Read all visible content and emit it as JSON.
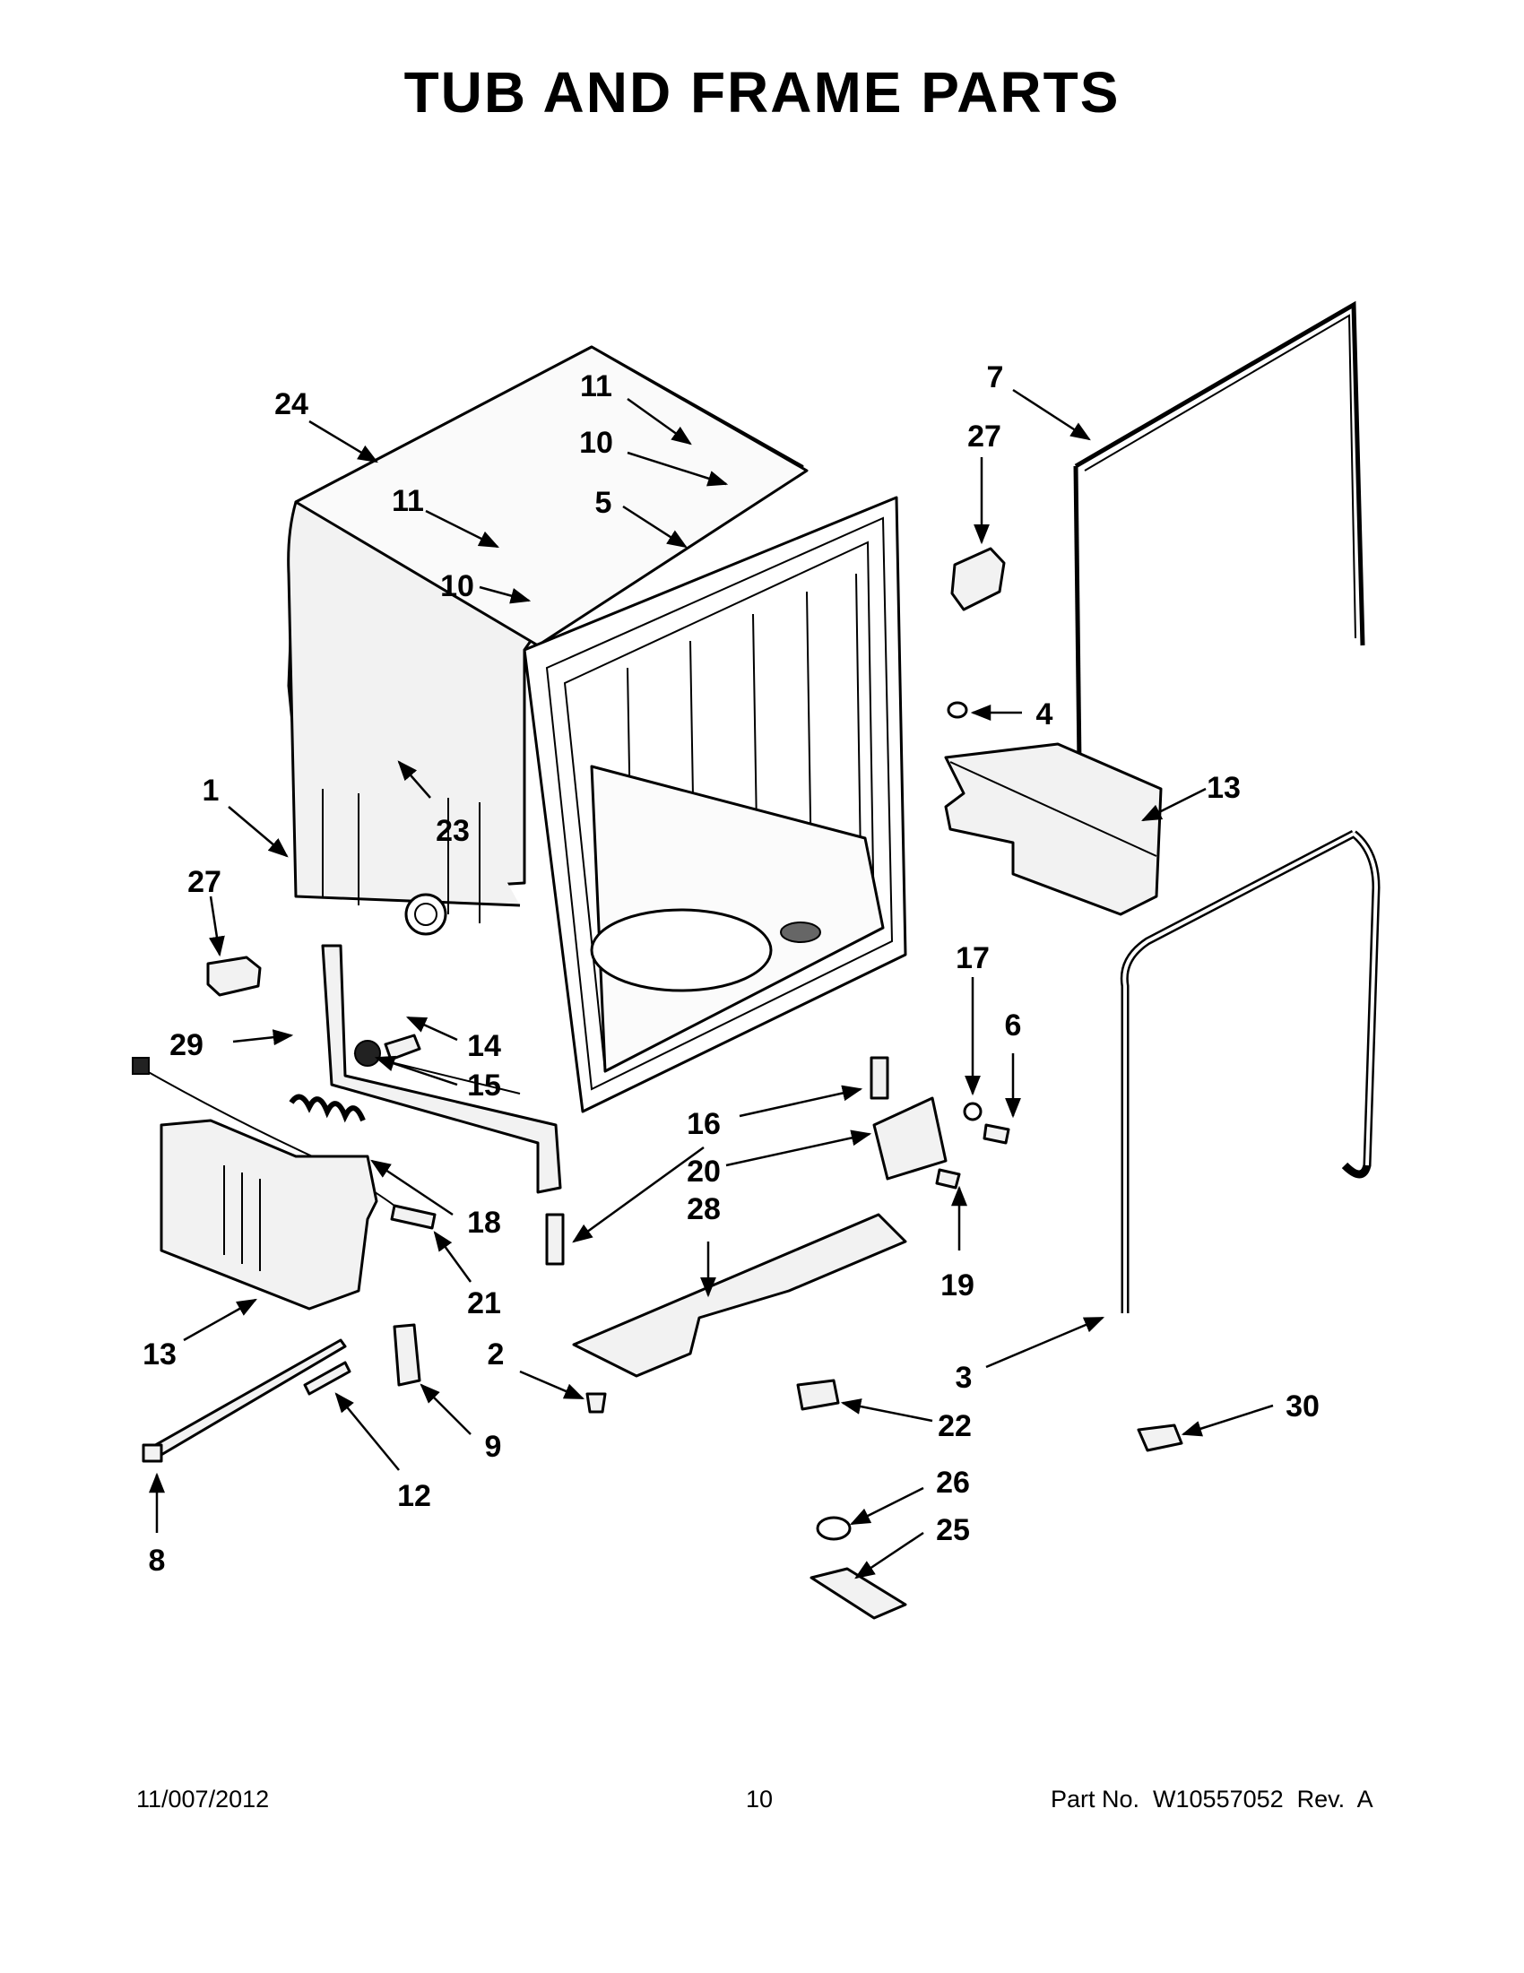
{
  "title": "TUB AND FRAME PARTS",
  "footer": {
    "date": "11/007/2012",
    "page_number": "10",
    "part_number": "Part No.  W10557052  Rev.  A"
  },
  "callouts": [
    {
      "id": "c24",
      "label": "24"
    },
    {
      "id": "c11a",
      "label": "11"
    },
    {
      "id": "c10a",
      "label": "10"
    },
    {
      "id": "c5",
      "label": "5"
    },
    {
      "id": "c11b",
      "label": "11"
    },
    {
      "id": "c10b",
      "label": "10"
    },
    {
      "id": "c7",
      "label": "7"
    },
    {
      "id": "c27a",
      "label": "27"
    },
    {
      "id": "c4",
      "label": "4"
    },
    {
      "id": "c13a",
      "label": "13"
    },
    {
      "id": "c1",
      "label": "1"
    },
    {
      "id": "c23",
      "label": "23"
    },
    {
      "id": "c27b",
      "label": "27"
    },
    {
      "id": "c29",
      "label": "29"
    },
    {
      "id": "c14",
      "label": "14"
    },
    {
      "id": "c15",
      "label": "15"
    },
    {
      "id": "c17",
      "label": "17"
    },
    {
      "id": "c6",
      "label": "6"
    },
    {
      "id": "c16",
      "label": "16"
    },
    {
      "id": "c20",
      "label": "20"
    },
    {
      "id": "c28",
      "label": "28"
    },
    {
      "id": "c18",
      "label": "18"
    },
    {
      "id": "c21",
      "label": "21"
    },
    {
      "id": "c19",
      "label": "19"
    },
    {
      "id": "c13b",
      "label": "13"
    },
    {
      "id": "c2",
      "label": "2"
    },
    {
      "id": "c9",
      "label": "9"
    },
    {
      "id": "c3",
      "label": "3"
    },
    {
      "id": "c22",
      "label": "22"
    },
    {
      "id": "c30",
      "label": "30"
    },
    {
      "id": "c12",
      "label": "12"
    },
    {
      "id": "c8",
      "label": "8"
    },
    {
      "id": "c26",
      "label": "26"
    },
    {
      "id": "c25",
      "label": "25"
    }
  ]
}
